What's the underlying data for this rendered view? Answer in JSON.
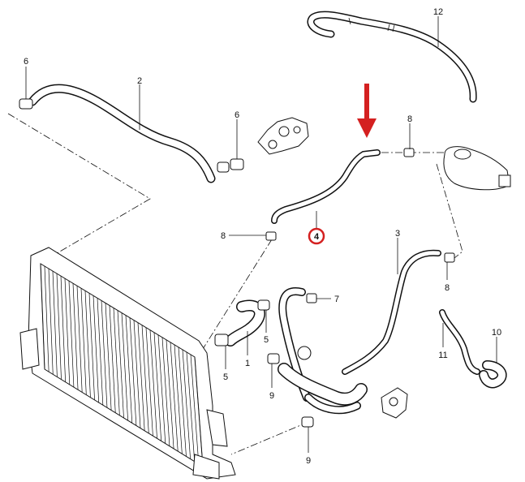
{
  "labels": {
    "p1": "1",
    "p2": "2",
    "p3": "3",
    "p4": "4",
    "p5a": "5",
    "p5b": "5",
    "p6a": "6",
    "p6b": "6",
    "p7": "7",
    "p8a": "8",
    "p8b": "8",
    "p8c": "8",
    "p9a": "9",
    "p9b": "9",
    "p10": "10",
    "p11": "11",
    "p12": "12"
  },
  "colors": {
    "highlight_arrow": "#d42020",
    "highlight_circle": "#d42020",
    "line": "#111111"
  }
}
